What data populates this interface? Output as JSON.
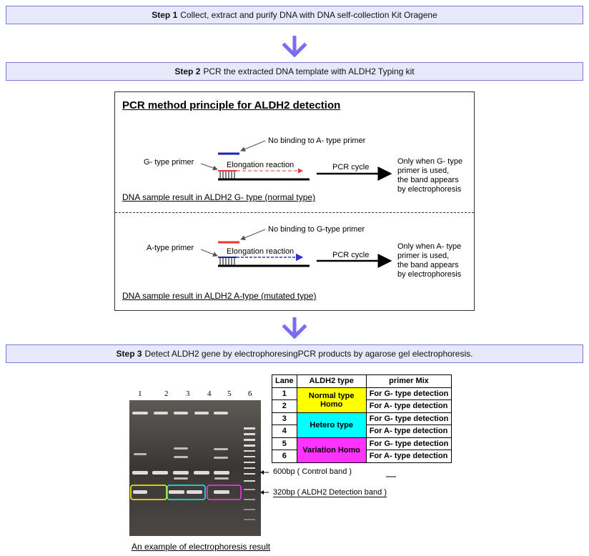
{
  "steps": [
    {
      "num": "Step 1",
      "text": "Collect, extract and purify DNA with DNA self-collection Kit Oragene"
    },
    {
      "num": "Step 2",
      "text": "PCR the extracted DNA template with ALDH2 Typing kit"
    },
    {
      "num": "Step 3",
      "text": "Detect ALDH2 gene by electrophoresingPCR products by agarose gel electrophoresis."
    }
  ],
  "diagram": {
    "title": "PCR method principle for ALDH2 detection",
    "top": {
      "no_binding": "No binding to A- type primer",
      "primer": "G- type primer",
      "elongation": "Elongation reaction",
      "pcr_cycle": "PCR cycle",
      "result_lines": [
        "Only when G- type",
        "primer is used,",
        "the band appears",
        "by electrophoresis"
      ],
      "caption": "DNA sample result in ALDH2 G- type (normal type)"
    },
    "bottom": {
      "no_binding": "No binding to G-type primer",
      "primer": "A-type primer",
      "elongation": "Elongation reaction",
      "pcr_cycle": "PCR cycle",
      "result_lines": [
        "Only when A- type",
        "primer is used,",
        "the band appears",
        "by electrophoresis"
      ],
      "caption": "DNA sample result in ALDH2 A-type (mutated type)"
    }
  },
  "gel": {
    "lanes": [
      "1",
      "2",
      "3",
      "4",
      "5",
      "6"
    ],
    "band_600": "600bp ( Control band )",
    "band_320": "320bp ( ALDH2 Detection band )",
    "caption": "An example of electrophoresis result"
  },
  "table": {
    "headers": [
      "Lane",
      "ALDH2 type",
      "primer Mix"
    ],
    "types": [
      "Normal type Homo",
      "Hetero type",
      "Variation Homo"
    ],
    "rows": [
      {
        "lane": "1",
        "mix": "For G- type detection"
      },
      {
        "lane": "2",
        "mix": "For A- type detection"
      },
      {
        "lane": "3",
        "mix": "For G- type detection"
      },
      {
        "lane": "4",
        "mix": "For A- type detection"
      },
      {
        "lane": "5",
        "mix": "For G- type detection"
      },
      {
        "lane": "6",
        "mix": "For A- type detection"
      }
    ]
  },
  "colors": {
    "step_bg": "#e8e8fb",
    "step_border": "#7a7ad6",
    "arrow": "#7b6cf0",
    "normal": "#ffff00",
    "hetero": "#00ffff",
    "variation": "#ff33ff"
  }
}
